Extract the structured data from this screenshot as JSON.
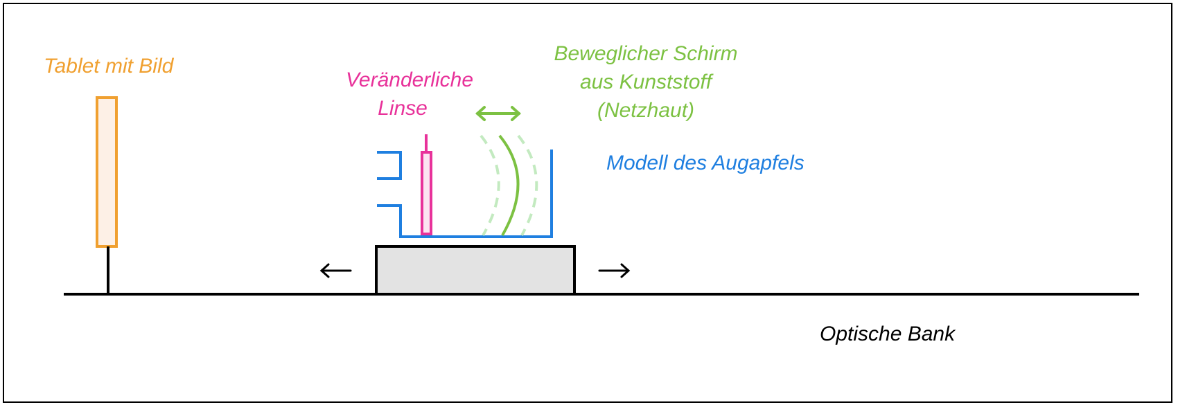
{
  "labels": {
    "tablet": "Tablet mit Bild",
    "lens_line1": "Veränderliche",
    "lens_line2": "Linse",
    "screen_line1": "Beweglicher Schirm",
    "screen_line2": "aus Kunststoff",
    "screen_line3": "(Netzhaut)",
    "eye_model": "Modell des Augapfels",
    "bench": "Optische Bank"
  },
  "colors": {
    "tablet": "#f0a030",
    "tablet_fill": "#fdf0e6",
    "lens": "#e8329a",
    "screen": "#7cc142",
    "screen_ghost": "#c3eac0",
    "eye": "#1f7fe0",
    "bench": "#000000",
    "carriage_fill": "#e3e3e3"
  }
}
